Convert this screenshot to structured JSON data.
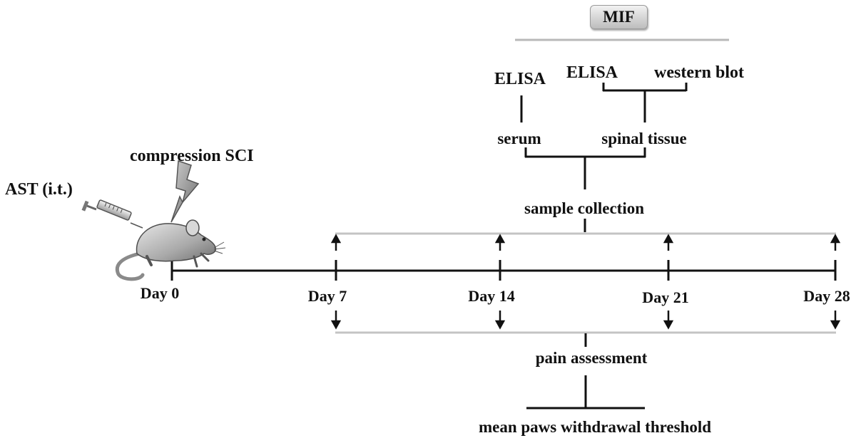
{
  "header": {
    "mif_label": "MIF"
  },
  "assays": {
    "serum_assay": "ELISA",
    "tissue_assay_1": "ELISA",
    "tissue_assay_2": "western blot"
  },
  "samples": {
    "serum": "serum",
    "spinal_tissue": "spinal tissue",
    "collection": "sample collection"
  },
  "intervention": {
    "injury": "compression SCI",
    "treatment": "AST (i.t.)"
  },
  "timeline": {
    "days": [
      "Day 0",
      "Day 7",
      "Day 14",
      "Day 21",
      "Day 28"
    ]
  },
  "outcome": {
    "assessment": "pain assessment",
    "measure": "mean paws withdrawal threshold"
  },
  "icons": {
    "mouse": "mouse-icon",
    "syringe": "syringe-icon",
    "lightning": "lightning-bolt-icon"
  }
}
